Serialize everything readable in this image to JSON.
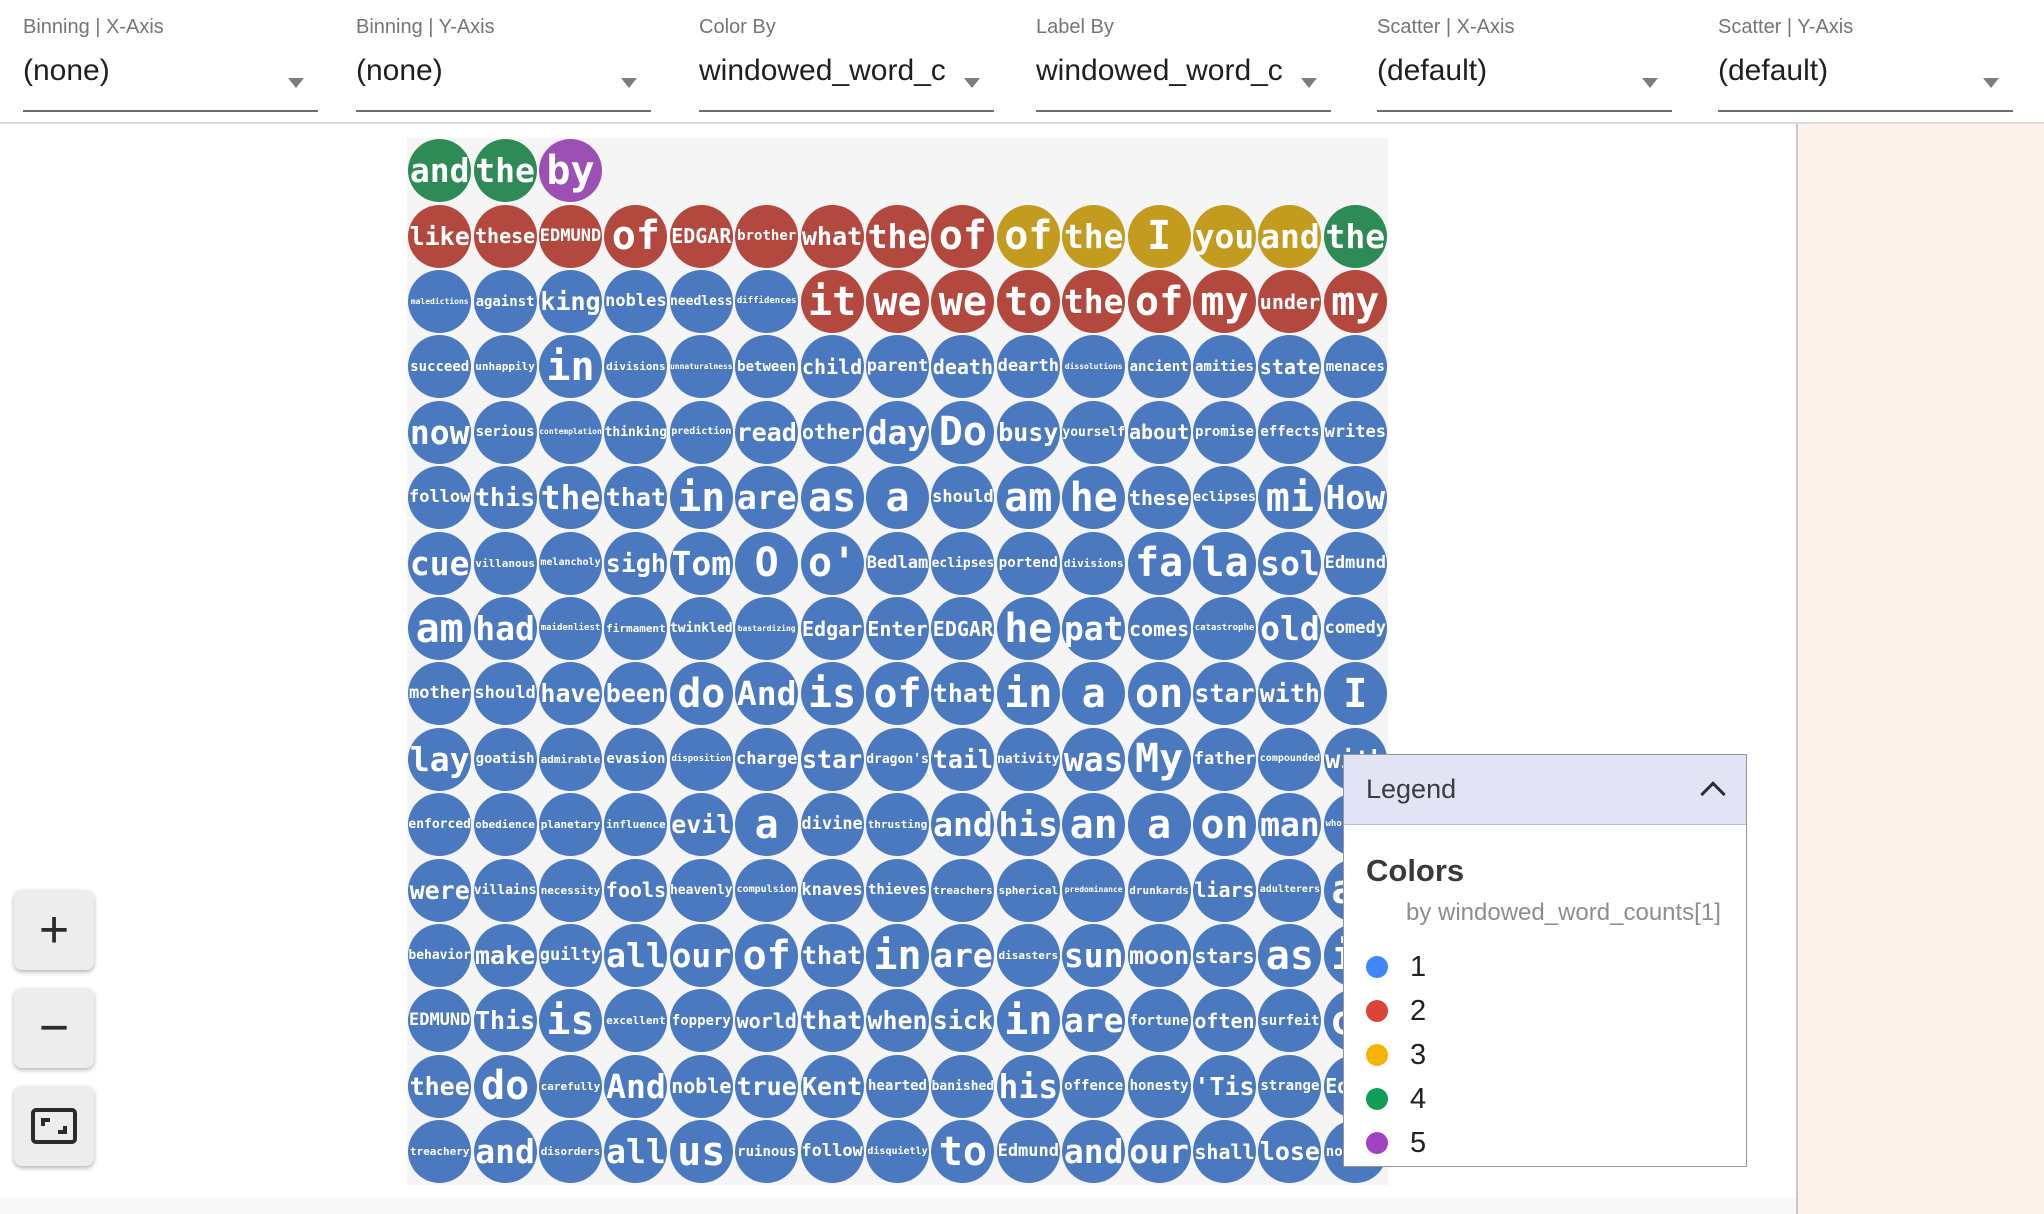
{
  "toolbar": {
    "controls": [
      {
        "label": "Binning | X-Axis",
        "value": "(none)"
      },
      {
        "label": "Binning | Y-Axis",
        "value": "(none)"
      },
      {
        "label": "Color By",
        "value": "windowed_word_c"
      },
      {
        "label": "Label By",
        "value": "windowed_word_c"
      },
      {
        "label": "Scatter | X-Axis",
        "value": "(default)"
      },
      {
        "label": "Scatter | Y-Axis",
        "value": "(default)"
      }
    ]
  },
  "zoom_controls": {
    "zoom_in": "+",
    "zoom_out": "−",
    "fit": "fit-to-screen"
  },
  "palette": {
    "1": "#4a79bf",
    "2": "#b3483e",
    "3": "#c39b1e",
    "4": "#2e8b55",
    "5": "#9c50b6"
  },
  "legend": {
    "title": "Legend",
    "section": "Colors",
    "subtitle": "by windowed_word_counts[1]",
    "items": [
      {
        "value": "1",
        "color": "#4285f4"
      },
      {
        "value": "2",
        "color": "#db4437"
      },
      {
        "value": "3",
        "color": "#f4b400"
      },
      {
        "value": "4",
        "color": "#0f9d58"
      },
      {
        "value": "5",
        "color": "#a142c0"
      }
    ]
  },
  "grid": {
    "rows": [
      [
        [
          "and",
          4
        ],
        [
          "the",
          4
        ],
        [
          "by",
          5
        ]
      ],
      [
        [
          "like",
          2
        ],
        [
          "these",
          2
        ],
        [
          "EDMUND",
          2
        ],
        [
          "of",
          2
        ],
        [
          "EDGAR",
          2
        ],
        [
          "brother",
          2
        ],
        [
          "what",
          2
        ],
        [
          "the",
          2
        ],
        [
          "of",
          2
        ],
        [
          "of",
          3
        ],
        [
          "the",
          3
        ],
        [
          "I",
          3
        ],
        [
          "you",
          3
        ],
        [
          "and",
          3
        ],
        [
          "the",
          4
        ]
      ],
      [
        [
          "maledictions",
          1
        ],
        [
          "against",
          1
        ],
        [
          "king",
          1
        ],
        [
          "nobles",
          1
        ],
        [
          "needless",
          1
        ],
        [
          "diffidences",
          1
        ],
        [
          "it",
          2
        ],
        [
          "we",
          2
        ],
        [
          "we",
          2
        ],
        [
          "to",
          2
        ],
        [
          "the",
          2
        ],
        [
          "of",
          2
        ],
        [
          "my",
          2
        ],
        [
          "under",
          2
        ],
        [
          "my",
          2
        ]
      ],
      [
        [
          "succeed",
          1
        ],
        [
          "unhappily",
          1
        ],
        [
          "in",
          1
        ],
        [
          "divisions",
          1
        ],
        [
          "unnaturalness",
          1
        ],
        [
          "between",
          1
        ],
        [
          "child",
          1
        ],
        [
          "parent",
          1
        ],
        [
          "death",
          1
        ],
        [
          "dearth",
          1
        ],
        [
          "dissolutions",
          1
        ],
        [
          "ancient",
          1
        ],
        [
          "amities",
          1
        ],
        [
          "state",
          1
        ],
        [
          "menaces",
          1
        ]
      ],
      [
        [
          "now",
          1
        ],
        [
          "serious",
          1
        ],
        [
          "contemplation",
          1
        ],
        [
          "thinking",
          1
        ],
        [
          "prediction",
          1
        ],
        [
          "read",
          1
        ],
        [
          "other",
          1
        ],
        [
          "day",
          1
        ],
        [
          "Do",
          1
        ],
        [
          "busy",
          1
        ],
        [
          "yourself",
          1
        ],
        [
          "about",
          1
        ],
        [
          "promise",
          1
        ],
        [
          "effects",
          1
        ],
        [
          "writes",
          1
        ]
      ],
      [
        [
          "follow",
          1
        ],
        [
          "this",
          1
        ],
        [
          "the",
          1
        ],
        [
          "that",
          1
        ],
        [
          "in",
          1
        ],
        [
          "are",
          1
        ],
        [
          "as",
          1
        ],
        [
          "a",
          1
        ],
        [
          "should",
          1
        ],
        [
          "am",
          1
        ],
        [
          "he",
          1
        ],
        [
          "these",
          1
        ],
        [
          "eclipses",
          1
        ],
        [
          "mi",
          1
        ],
        [
          "How",
          1
        ]
      ],
      [
        [
          "cue",
          1
        ],
        [
          "villanous",
          1
        ],
        [
          "melancholy",
          1
        ],
        [
          "sigh",
          1
        ],
        [
          "Tom",
          1
        ],
        [
          "O",
          1
        ],
        [
          "o'",
          1
        ],
        [
          "Bedlam",
          1
        ],
        [
          "eclipses",
          1
        ],
        [
          "portend",
          1
        ],
        [
          "divisions",
          1
        ],
        [
          "fa",
          1
        ],
        [
          "la",
          1
        ],
        [
          "sol",
          1
        ],
        [
          "Edmund",
          1
        ]
      ],
      [
        [
          "am",
          1
        ],
        [
          "had",
          1
        ],
        [
          "maidenliest",
          1
        ],
        [
          "firmament",
          1
        ],
        [
          "twinkled",
          1
        ],
        [
          "bastardizing",
          1
        ],
        [
          "Edgar",
          1
        ],
        [
          "Enter",
          1
        ],
        [
          "EDGAR",
          1
        ],
        [
          "he",
          1
        ],
        [
          "pat",
          1
        ],
        [
          "comes",
          1
        ],
        [
          "catastrophe",
          1
        ],
        [
          "old",
          1
        ],
        [
          "comedy",
          1
        ]
      ],
      [
        [
          "mother",
          1
        ],
        [
          "should",
          1
        ],
        [
          "have",
          1
        ],
        [
          "been",
          1
        ],
        [
          "do",
          1
        ],
        [
          "And",
          1
        ],
        [
          "is",
          1
        ],
        [
          "of",
          1
        ],
        [
          "that",
          1
        ],
        [
          "in",
          1
        ],
        [
          "a",
          1
        ],
        [
          "on",
          1
        ],
        [
          "star",
          1
        ],
        [
          "with",
          1
        ],
        [
          "I",
          1
        ]
      ],
      [
        [
          "lay",
          1
        ],
        [
          "goatish",
          1
        ],
        [
          "admirable",
          1
        ],
        [
          "evasion",
          1
        ],
        [
          "disposition",
          1
        ],
        [
          "charge",
          1
        ],
        [
          "star",
          1
        ],
        [
          "dragon's",
          1
        ],
        [
          "tail",
          1
        ],
        [
          "nativity",
          1
        ],
        [
          "was",
          1
        ],
        [
          "My",
          1
        ],
        [
          "father",
          1
        ],
        [
          "compounded",
          1
        ],
        [
          "with",
          1
        ]
      ],
      [
        [
          "enforced",
          1
        ],
        [
          "obedience",
          1
        ],
        [
          "planetary",
          1
        ],
        [
          "influence",
          1
        ],
        [
          "evil",
          1
        ],
        [
          "a",
          1
        ],
        [
          "divine",
          1
        ],
        [
          "thrusting",
          1
        ],
        [
          "and",
          1
        ],
        [
          "his",
          1
        ],
        [
          "an",
          1
        ],
        [
          "a",
          1
        ],
        [
          "on",
          1
        ],
        [
          "man",
          1
        ],
        [
          "whoremaster",
          1
        ]
      ],
      [
        [
          "were",
          1
        ],
        [
          "villains",
          1
        ],
        [
          "necessity",
          1
        ],
        [
          "fools",
          1
        ],
        [
          "heavenly",
          1
        ],
        [
          "compulsion",
          1
        ],
        [
          "knaves",
          1
        ],
        [
          "thieves",
          1
        ],
        [
          "treachers",
          1
        ],
        [
          "spherical",
          1
        ],
        [
          "predominance",
          1
        ],
        [
          "drunkards",
          1
        ],
        [
          "liars",
          1
        ],
        [
          "adulterers",
          1
        ],
        [
          "an",
          1
        ]
      ],
      [
        [
          "behavior",
          1
        ],
        [
          "make",
          1
        ],
        [
          "guilty",
          1
        ],
        [
          "all",
          1
        ],
        [
          "our",
          1
        ],
        [
          "of",
          1
        ],
        [
          "that",
          1
        ],
        [
          "in",
          1
        ],
        [
          "are",
          1
        ],
        [
          "disasters",
          1
        ],
        [
          "sun",
          1
        ],
        [
          "moon",
          1
        ],
        [
          "stars",
          1
        ],
        [
          "as",
          1
        ],
        [
          "if",
          1
        ]
      ],
      [
        [
          "EDMUND",
          1
        ],
        [
          "This",
          1
        ],
        [
          "is",
          1
        ],
        [
          "excellent",
          1
        ],
        [
          "foppery",
          1
        ],
        [
          "world",
          1
        ],
        [
          "that",
          1
        ],
        [
          "when",
          1
        ],
        [
          "sick",
          1
        ],
        [
          "in",
          1
        ],
        [
          "are",
          1
        ],
        [
          "fortune",
          1
        ],
        [
          "often",
          1
        ],
        [
          "surfeit",
          1
        ],
        [
          "of",
          1
        ]
      ],
      [
        [
          "thee",
          1
        ],
        [
          "do",
          1
        ],
        [
          "carefully",
          1
        ],
        [
          "And",
          1
        ],
        [
          "noble",
          1
        ],
        [
          "true",
          1
        ],
        [
          "Kent",
          1
        ],
        [
          "hearted",
          1
        ],
        [
          "banished",
          1
        ],
        [
          "his",
          1
        ],
        [
          "offence",
          1
        ],
        [
          "honesty",
          1
        ],
        [
          "'Tis",
          1
        ],
        [
          "strange",
          1
        ],
        [
          "Edgar",
          1
        ]
      ],
      [
        [
          "treachery",
          1
        ],
        [
          "and",
          1
        ],
        [
          "disorders",
          1
        ],
        [
          "all",
          1
        ],
        [
          "us",
          1
        ],
        [
          "ruinous",
          1
        ],
        [
          "follow",
          1
        ],
        [
          "disquietly",
          1
        ],
        [
          "to",
          1
        ],
        [
          "Edmund",
          1
        ],
        [
          "and",
          1
        ],
        [
          "our",
          1
        ],
        [
          "shall",
          1
        ],
        [
          "lose",
          1
        ],
        [
          "nothing",
          1
        ]
      ]
    ]
  }
}
